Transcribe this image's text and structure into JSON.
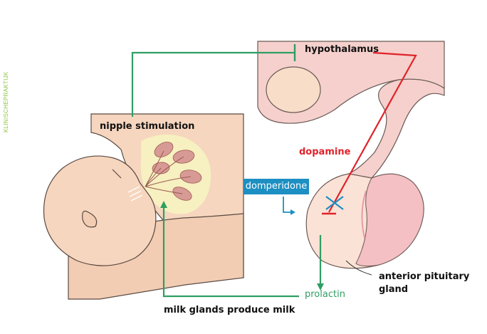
{
  "watermark": "KLINISCHEPRAKTIJK",
  "labels": {
    "hypothalamus": "hypothalamus",
    "nipple_stimulation": "nipple stimulation",
    "dopamine": "dopamine",
    "domperidone": "domperidone",
    "prolactin": "prolactin",
    "anterior_pituitary_line1": "anterior pituitary",
    "anterior_pituitary_line2": "gland",
    "milk_glands": "milk glands produce milk"
  },
  "colors": {
    "skin": "#f6d6bf",
    "skin_outline": "#5a4a42",
    "brain_pink": "#f5d0cc",
    "gland_fill": "#fbe2d6",
    "gland_pink": "#f4c0c4",
    "breast_gland": "#f7f0c0",
    "lobule": "#d89a94",
    "pathway_green": "#2f9e63",
    "inhibit_red": "#e0232a",
    "drug_blue": "#1c8fc3"
  },
  "icons": [
    "inhibition-bar",
    "block-cross-icon",
    "arrow-right-icon",
    "arrow-down-icon"
  ]
}
